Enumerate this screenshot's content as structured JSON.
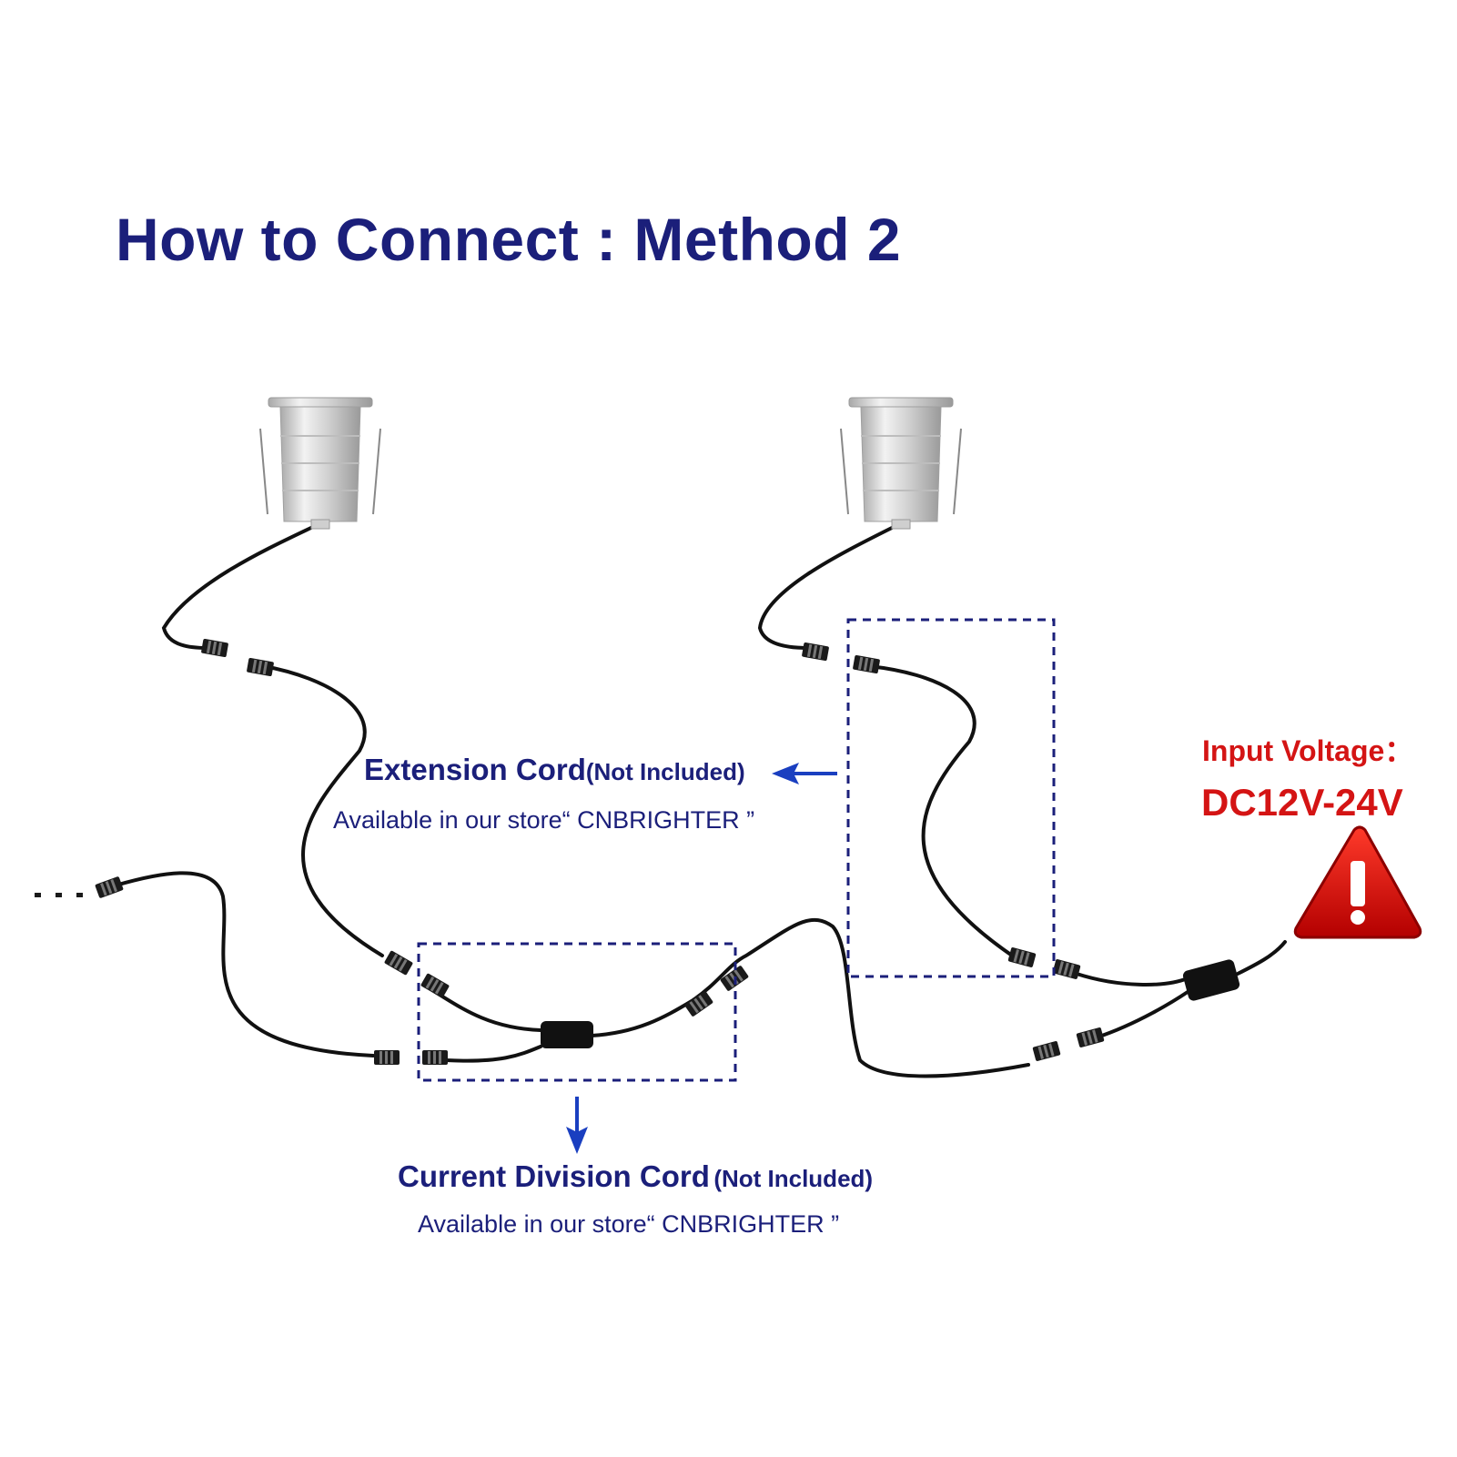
{
  "title": "How to Connect : Method 2",
  "extension_cord": {
    "label": "Extension Cord",
    "note": "(Not Included)",
    "store": "Available in our store“ CNBRIGHTER ”"
  },
  "division_cord": {
    "label": "Current Division Cord",
    "note": "(Not Included)",
    "store": "Available in our store“ CNBRIGHTER ”"
  },
  "input_voltage": {
    "label": "Input Voltage：",
    "value": "DC12V-24V"
  },
  "continuation": "...",
  "colors": {
    "title": "#1b1f7a",
    "label_text": "#1b1f7a",
    "arrow": "#1a3fc0",
    "dashed_box": "#1b1f7a",
    "warning": "#d41414",
    "cable": "#111111",
    "light_body": "#d4d4d4"
  },
  "icons": [
    "led-light-icon",
    "warning-icon",
    "arrow-left-icon",
    "arrow-down-icon",
    "connector-icon"
  ]
}
